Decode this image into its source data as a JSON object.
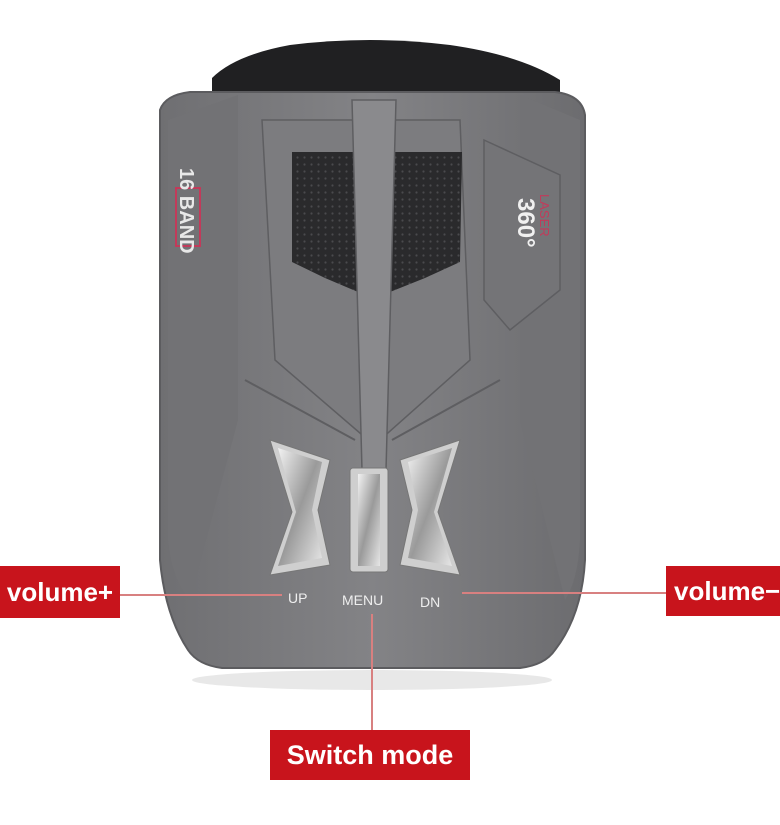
{
  "device": {
    "band_text": "16 BAND",
    "badge_number": "360°",
    "badge_text": "LASER",
    "buttons": {
      "up": "UP",
      "menu": "MENU",
      "down": "DN"
    }
  },
  "callouts": {
    "volume_up": "volume+",
    "volume_down": "volume−",
    "switch_mode": "Switch mode"
  },
  "colors": {
    "body": "#7a7a7d",
    "callout_red": "#c8141c",
    "accent_pink": "#c23a5a"
  }
}
